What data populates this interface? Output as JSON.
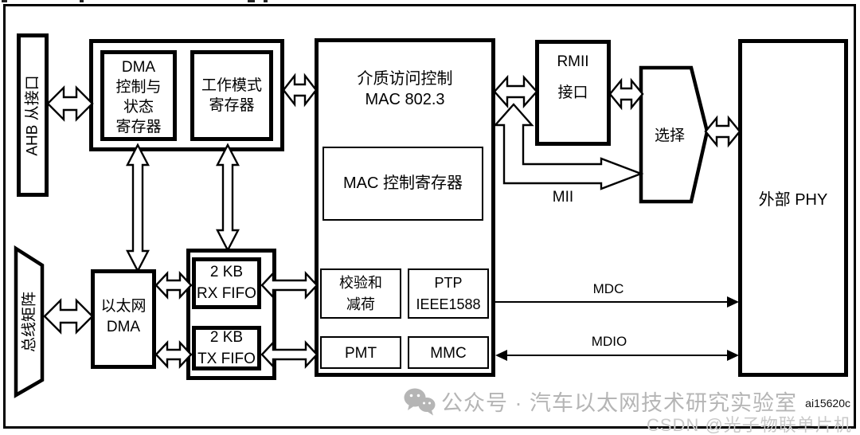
{
  "blocks": {
    "ahb_slave": "AHB 从接口",
    "bus_matrix": "总线矩阵",
    "dma_csr": "DMA\n控制与\n状态\n寄存器",
    "op_mode": "工作模式\n寄存器",
    "eth_dma": "以太网\nDMA",
    "rx_fifo": "2 KB\nRX FIFO",
    "tx_fifo": "2 KB\nTX FIFO",
    "mac_title": "介质访问控制\nMAC 802.3",
    "mac_ctrl": "MAC 控制寄存器",
    "checksum": "校验和\n减荷",
    "ptp": "PTP\nIEEE1588",
    "pmt": "PMT",
    "mmc": "MMC",
    "rmii": "RMII\n接口",
    "mux": "选择",
    "phy": "外部 PHY"
  },
  "signals": {
    "mii": "MII",
    "mdc": "MDC",
    "mdio": "MDIO"
  },
  "footer_id": "ai15620c",
  "watermarks": {
    "wechat_text": "公众号 · 汽车以太网技术研究实验室",
    "csdn_text": "CSDN @光子物联单片机"
  },
  "icons": {
    "wechat": "wechat-icon"
  },
  "colors": {
    "line": "#000000",
    "background": "#ffffff",
    "watermark_gray": "#b5b5b5",
    "csdn_gray": "#c9c9c9"
  }
}
